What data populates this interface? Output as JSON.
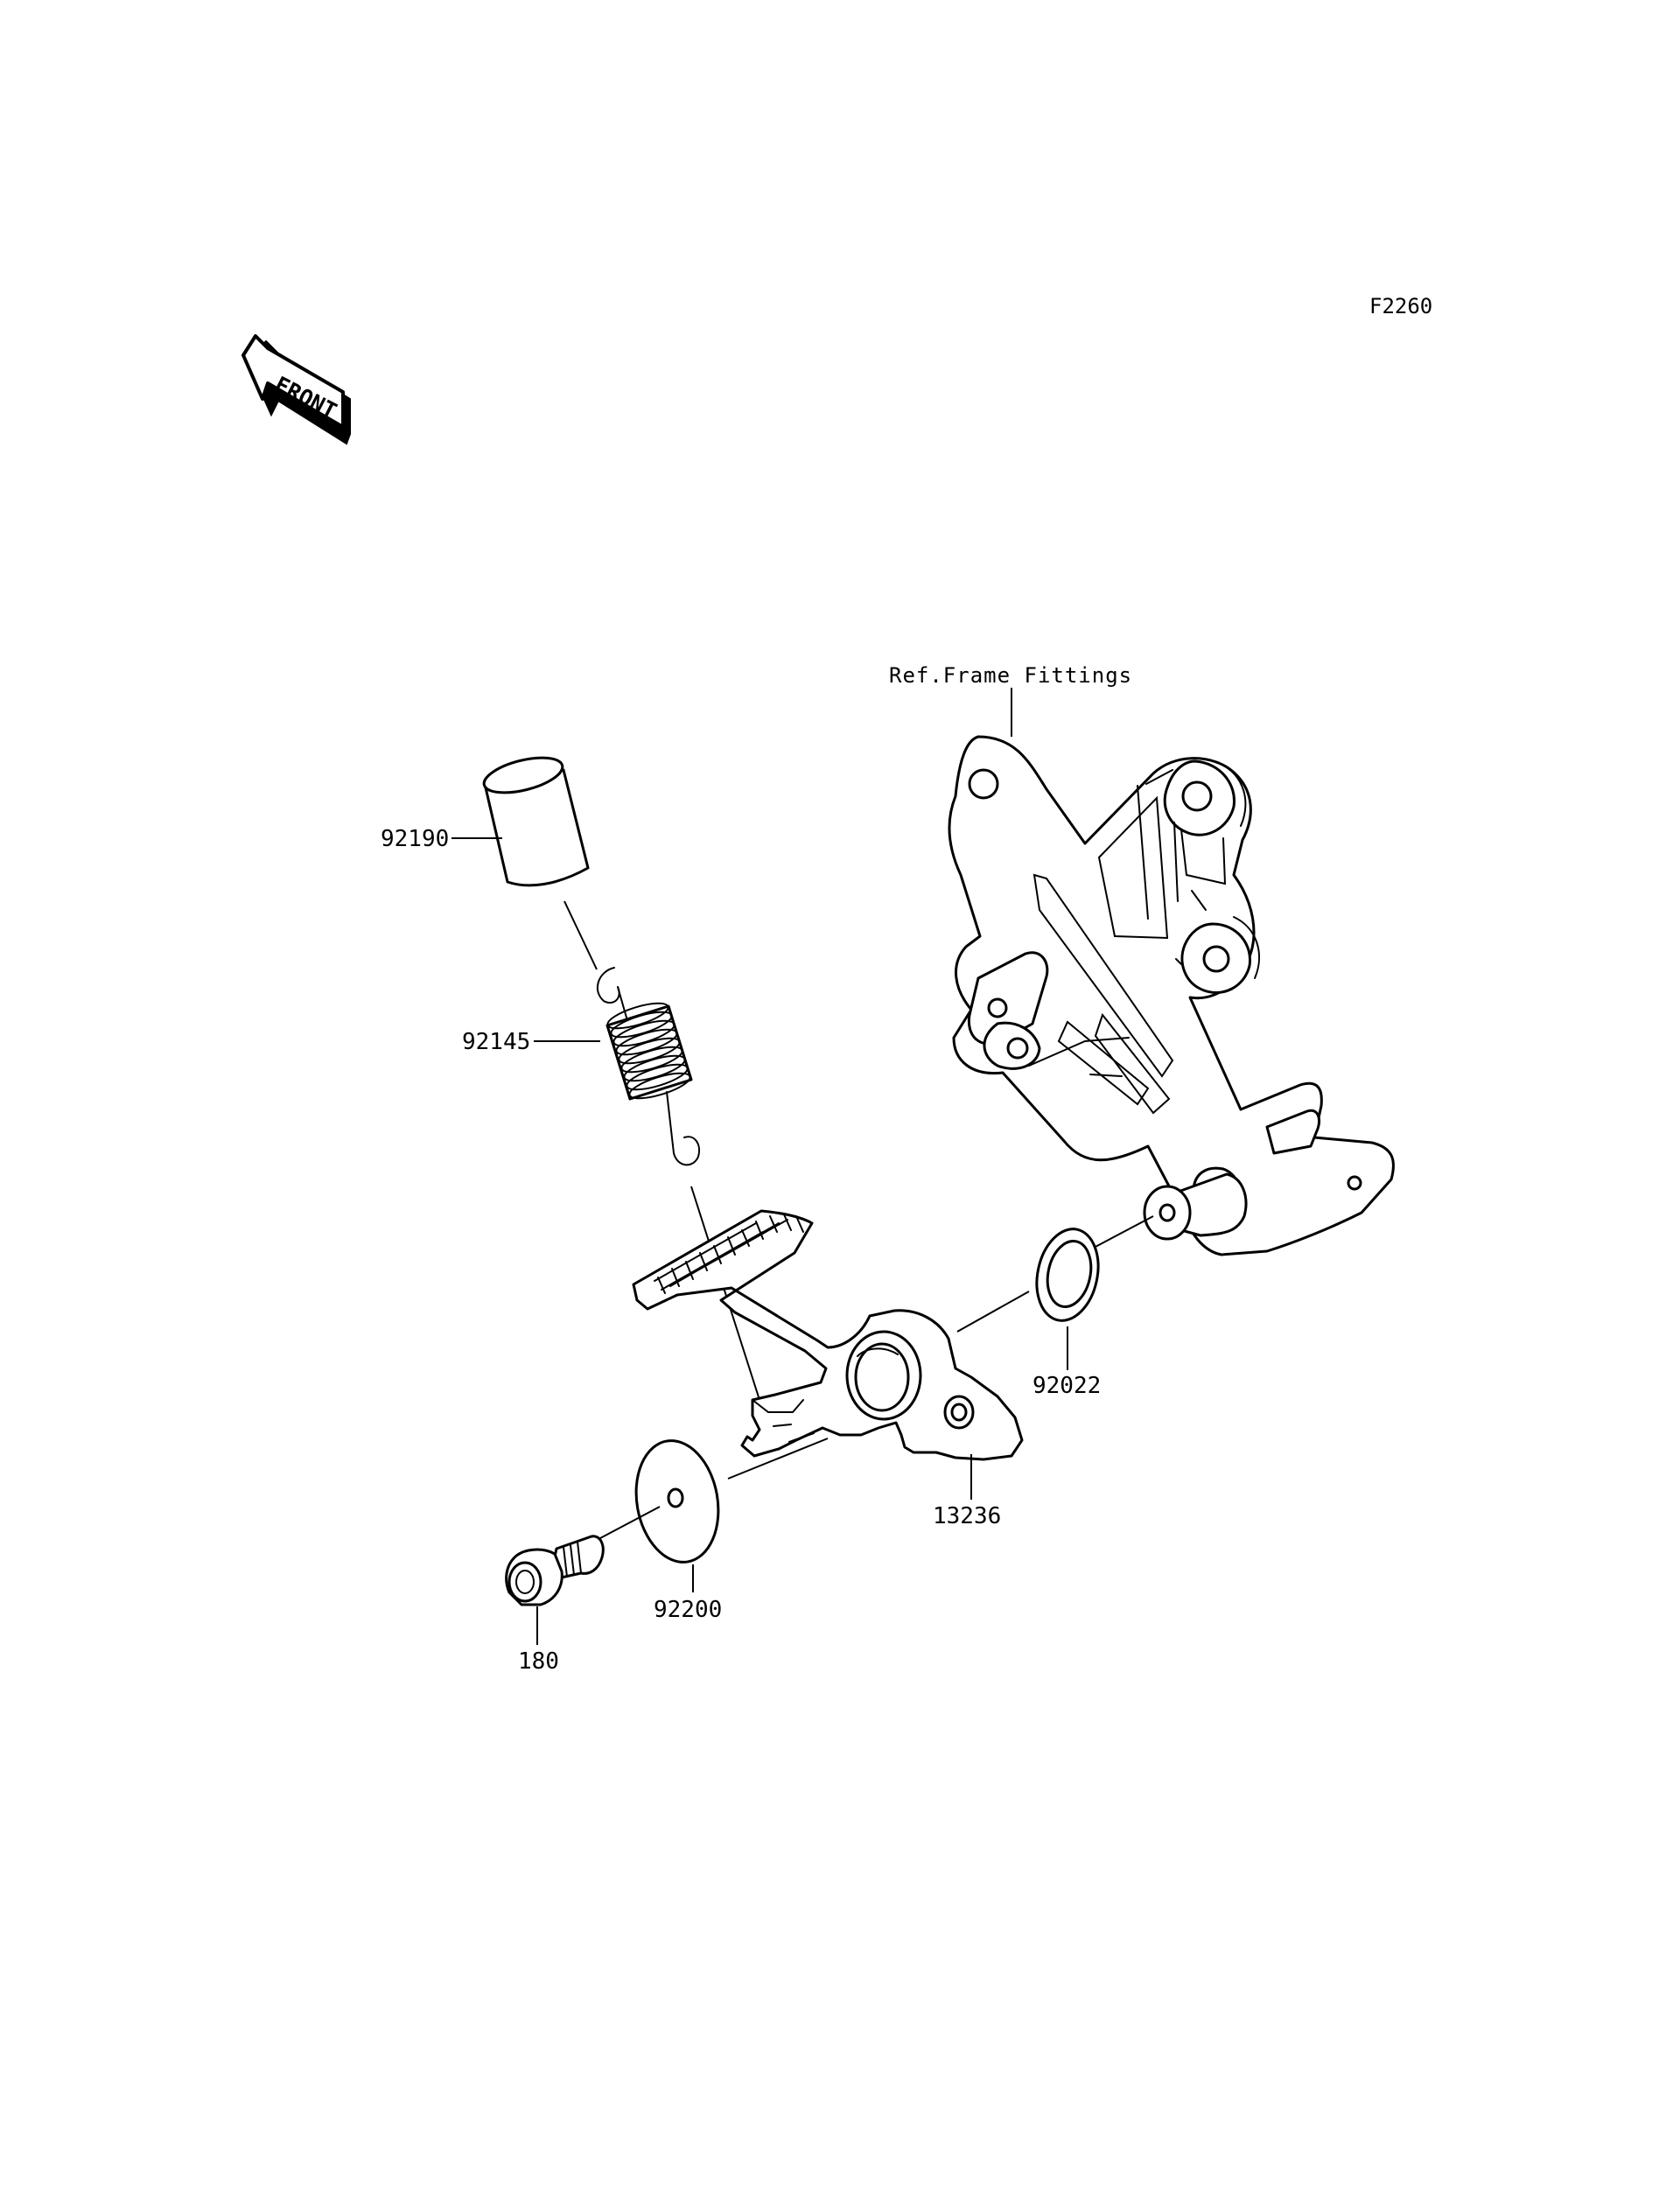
{
  "figure_code": "F2260",
  "front_arrow": {
    "label": "FRONT",
    "icon": "front-direction-arrow-icon"
  },
  "callouts": {
    "ref_frame": "Ref.Frame Fittings",
    "p92190": "92190",
    "p92145": "92145",
    "p92022": "92022",
    "p13236": "13236",
    "p92200": "92200",
    "p180": "180"
  }
}
